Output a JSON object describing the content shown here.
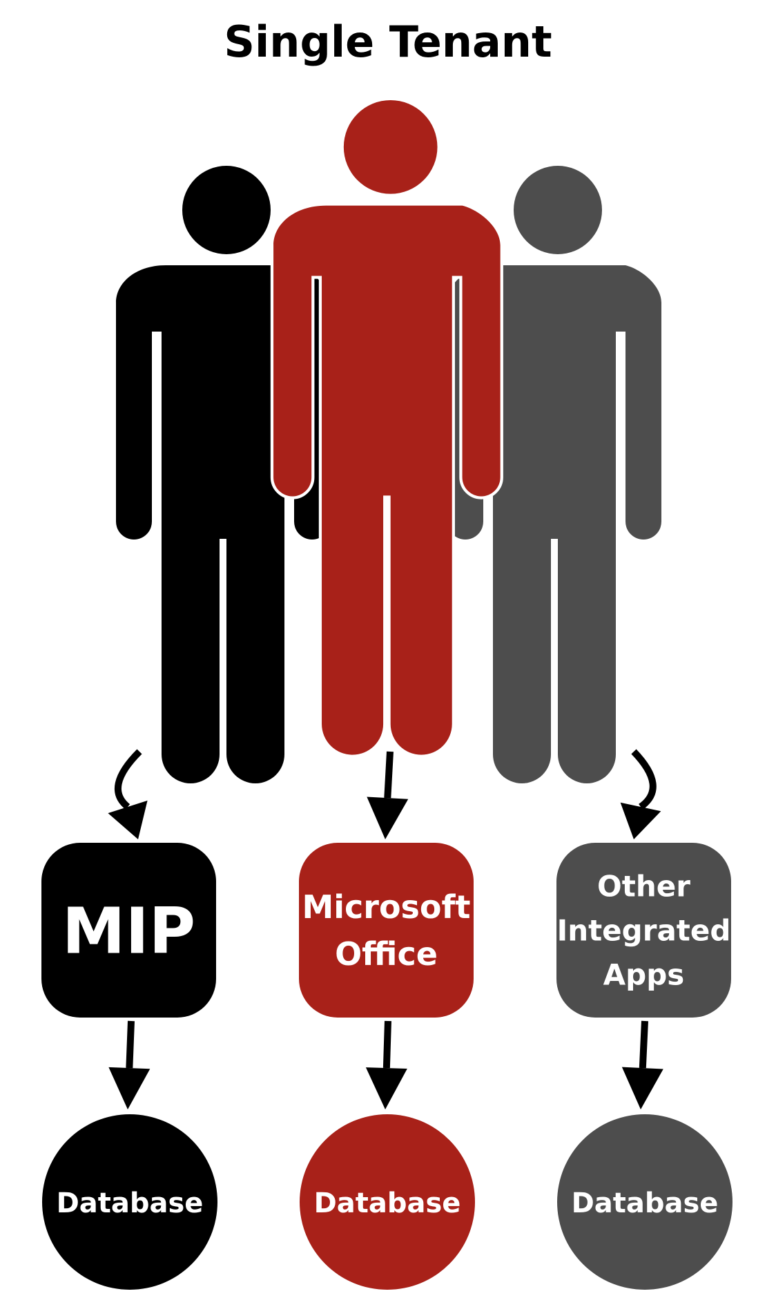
{
  "title": "Single Tenant",
  "colors": {
    "black": "#000000",
    "red": "#a82119",
    "gray": "#4d4d4d",
    "background": "#ffffff",
    "label": "#ffffff"
  },
  "people": [
    {
      "name": "person-black",
      "color": "black"
    },
    {
      "name": "person-red",
      "color": "red"
    },
    {
      "name": "person-gray",
      "color": "gray"
    }
  ],
  "apps": [
    {
      "lines": [
        "MIP"
      ],
      "color": "black"
    },
    {
      "lines": [
        "Microsoft",
        "Office"
      ],
      "color": "red"
    },
    {
      "lines": [
        "Other",
        "Integrated",
        "Apps"
      ],
      "color": "gray"
    }
  ],
  "databases": [
    {
      "label": "Database",
      "color": "black"
    },
    {
      "label": "Database",
      "color": "red"
    },
    {
      "label": "Database",
      "color": "gray"
    }
  ]
}
